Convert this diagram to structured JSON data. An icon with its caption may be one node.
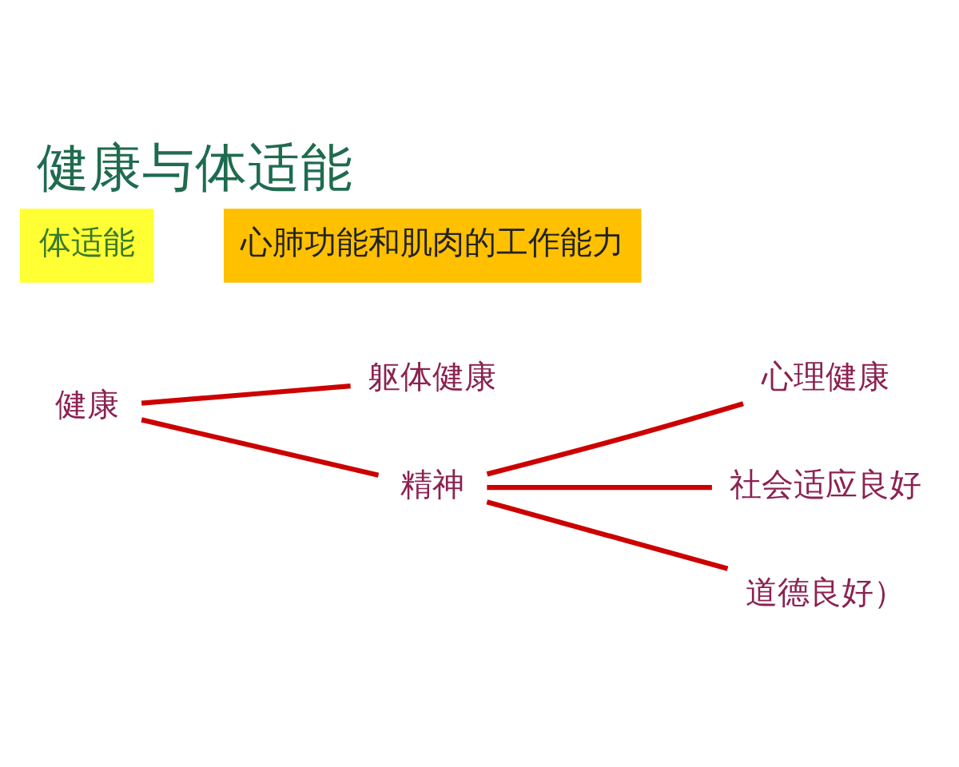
{
  "diagram": {
    "title": "健康与体适能",
    "nodes": [
      {
        "text": [
          "体适能"
        ]
      },
      {
        "text": [
          "心肺功能和肌肉的工作能力"
        ]
      },
      {
        "text": [
          "健康"
        ]
      },
      {
        "text": [
          "躯体健康"
        ]
      },
      {
        "text": [
          "精神"
        ]
      },
      {
        "text": [
          "心理健康"
        ]
      },
      {
        "text": [
          "社会适应良好"
        ]
      },
      {
        "text": [
          "道德良好）"
        ]
      }
    ],
    "edges": [
      {
        "from": 2,
        "to": 3,
        "arrow": "none"
      },
      {
        "from": 2,
        "to": 4,
        "arrow": "none"
      },
      {
        "from": 4,
        "to": 5,
        "arrow": "none"
      },
      {
        "from": 4,
        "to": 6,
        "arrow": "none"
      },
      {
        "from": 4,
        "to": 7,
        "arrow": "none"
      }
    ]
  }
}
